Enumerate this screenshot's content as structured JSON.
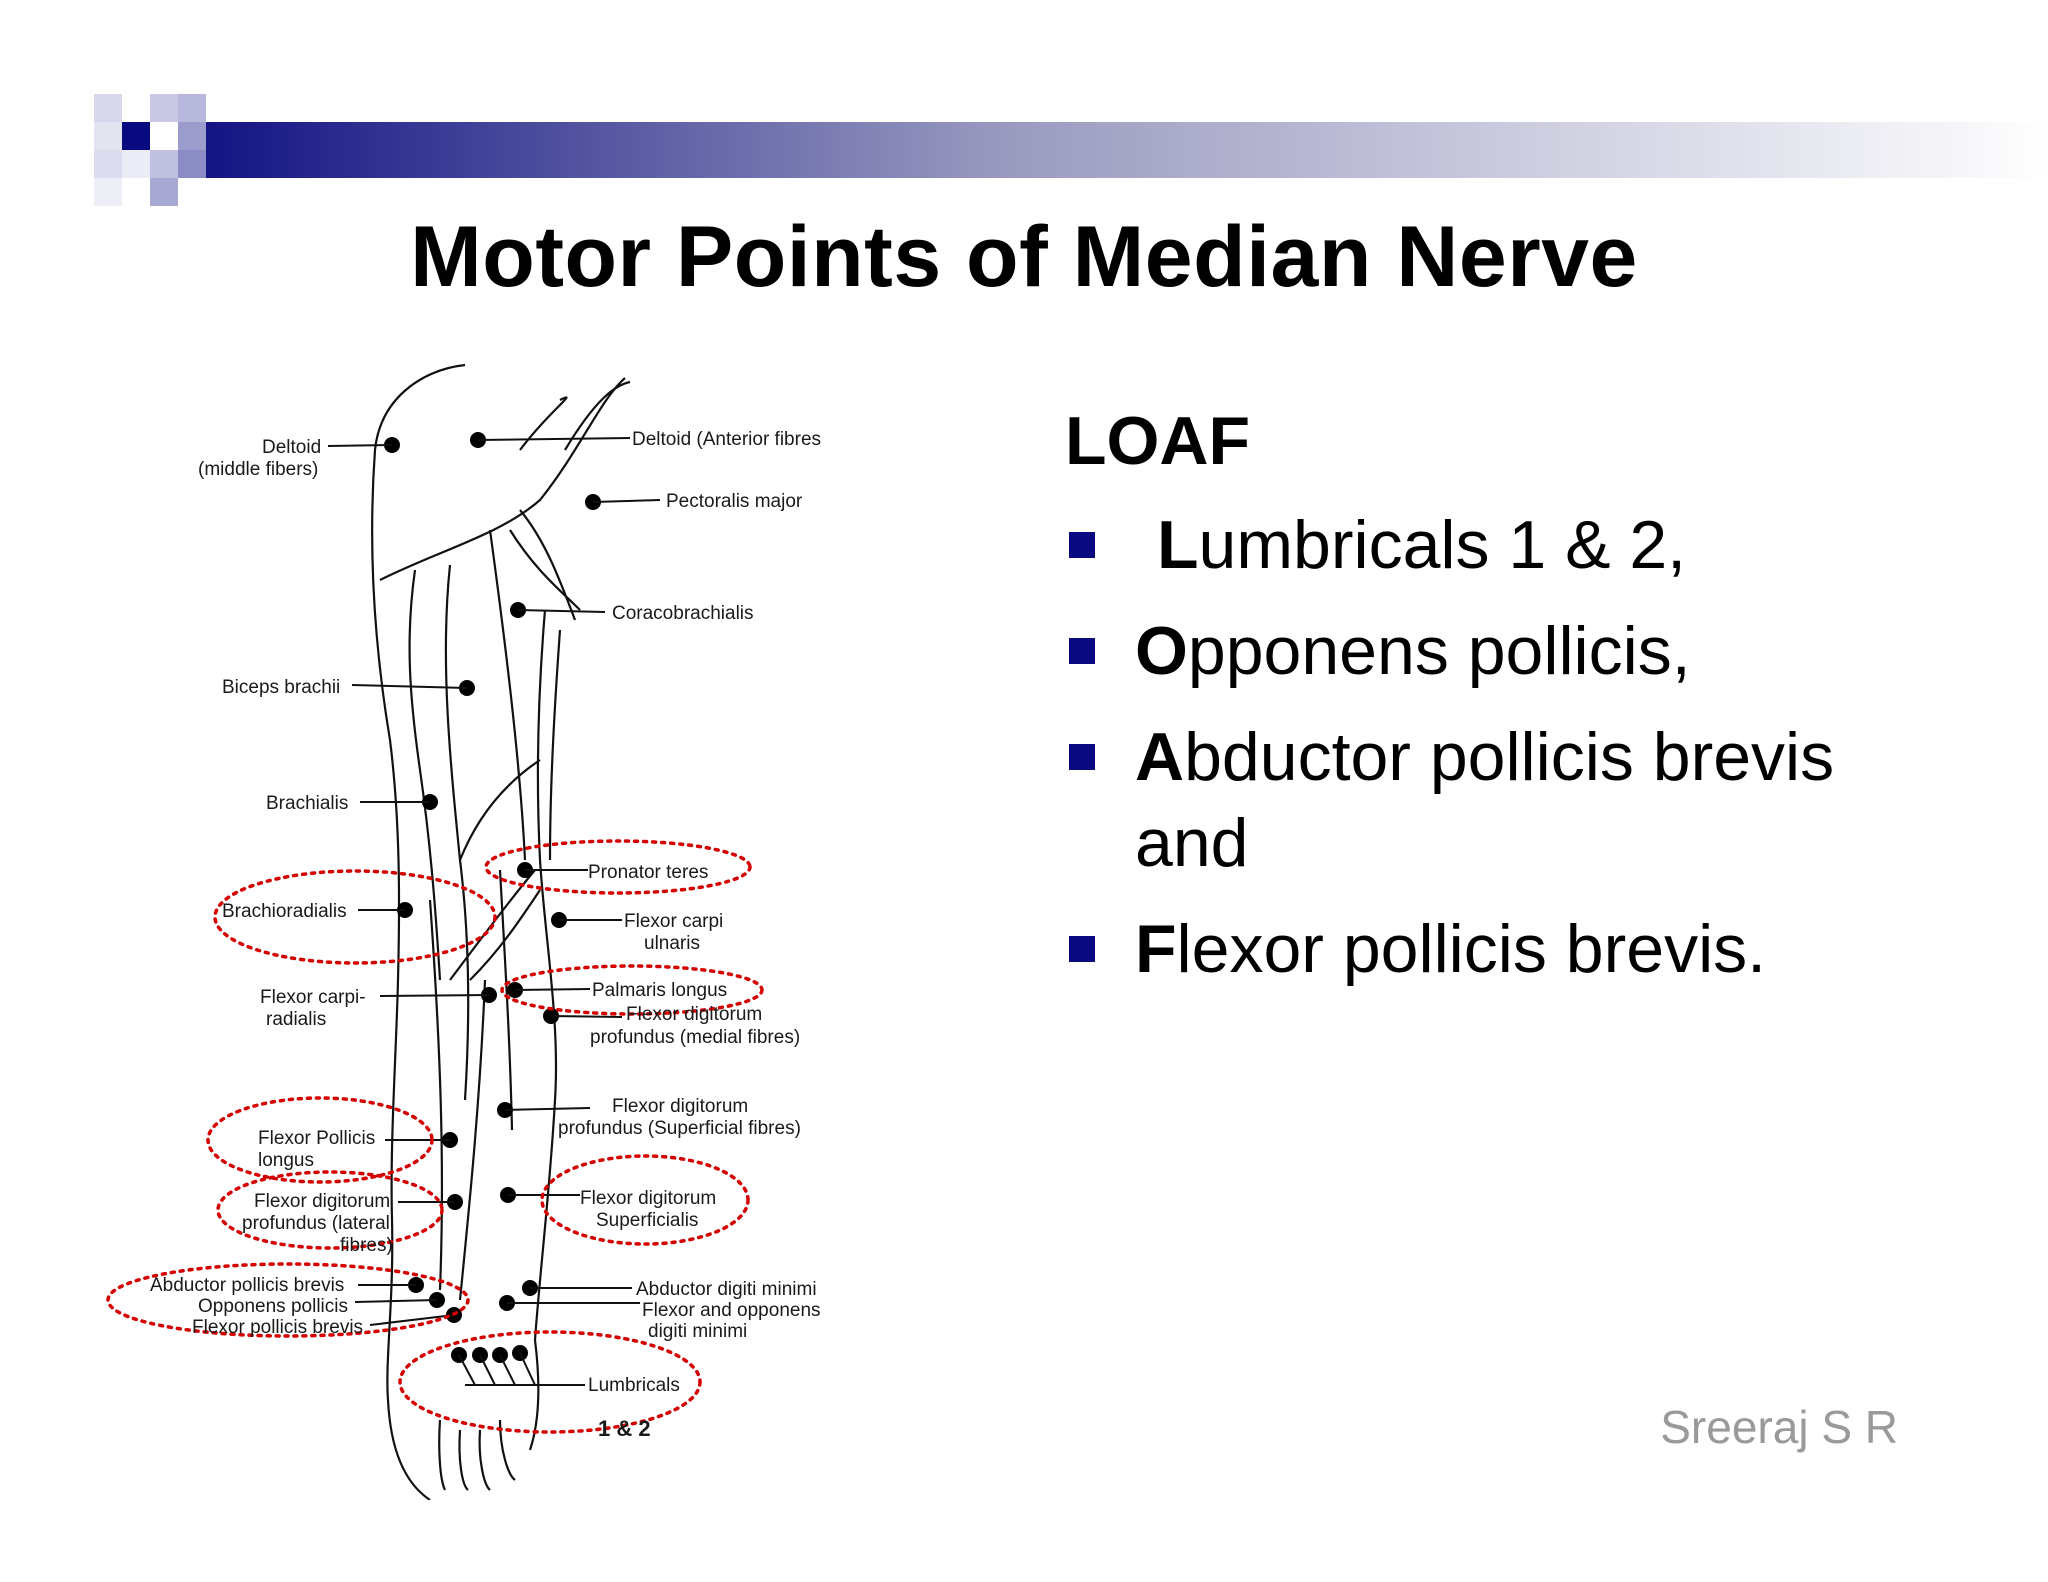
{
  "slide": {
    "title": "Motor Points of Median Nerve",
    "author": "Sreeraj S R",
    "colors": {
      "bullet": "#0a0a80",
      "highlight": "#d40000",
      "author": "#9a9a9a"
    }
  },
  "list": {
    "heading": "LOAF",
    "items": [
      {
        "first": "L",
        "rest": "umbricals 1 & 2,"
      },
      {
        "first": "O",
        "rest": "pponens pollicis,"
      },
      {
        "first": "A",
        "rest": "bductor pollicis brevis and"
      },
      {
        "first": "F",
        "rest": "lexor pollicis brevis."
      }
    ]
  },
  "diagram": {
    "labels": {
      "deltoid_middle_1": "Deltoid",
      "deltoid_middle_2": "(middle fibers)",
      "deltoid_anterior": "Deltoid (Anterior fibres",
      "pectoralis_major": "Pectoralis major",
      "coracobrachialis": "Coracobrachialis",
      "biceps_brachii": "Biceps brachii",
      "brachialis": "Brachialis",
      "pronator_teres": "Pronator teres",
      "brachioradialis": "Brachioradialis",
      "fcu_1": "Flexor carpi",
      "fcu_2": "ulnaris",
      "fcr_1": "Flexor carpi-",
      "fcr_2": "radialis",
      "palmaris_longus": "Palmaris longus",
      "fdp_medial_1": "Flexor digitorum",
      "fdp_medial_2": "profundus (medial fibres)",
      "fdp_superficial_1": "Flexor digitorum",
      "fdp_superficial_2": "profundus (Superficial fibres)",
      "fpl_1": "Flexor Pollicis",
      "fpl_2": "longus",
      "fdp_lateral_1": "Flexor digitorum",
      "fdp_lateral_2": "profundus (lateral",
      "fdp_lateral_3": "fibres)",
      "fds_1": "Flexor digitorum",
      "fds_2": "Superficialis",
      "apb": "Abductor pollicis brevis",
      "op": "Opponens pollicis",
      "fpb": "Flexor pollicis brevis",
      "adm": "Abductor digiti minimi",
      "fodm_1": "Flexor and opponens",
      "fodm_2": "digiti minimi",
      "lumbricals": "Lumbricals",
      "lumbricals_num": "1 & 2"
    }
  }
}
